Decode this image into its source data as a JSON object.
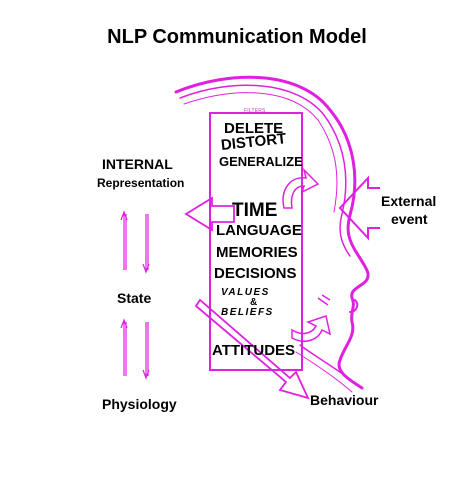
{
  "title": "NLP Communication Model",
  "labels": {
    "internal": "INTERNAL",
    "representation": "Representation",
    "state": "State",
    "physiology": "Physiology",
    "behaviour": "Behaviour",
    "external_line1": "External",
    "external_line2": "event"
  },
  "filters": {
    "header": "FILTERS",
    "items": {
      "delete": "DELETE",
      "distort": "DISTORT",
      "generalize": "GENERALIZE",
      "time": "TIME",
      "language": "LANGUAGE",
      "memories": "MEMORIES",
      "decisions": "DECISIONS",
      "values": "VALUES",
      "amp": "&",
      "beliefs": "BELIEFS",
      "attitudes": "ATTITUDES"
    }
  },
  "colors": {
    "accent": "#e020e0",
    "text": "#000000",
    "background": "#ffffff"
  }
}
